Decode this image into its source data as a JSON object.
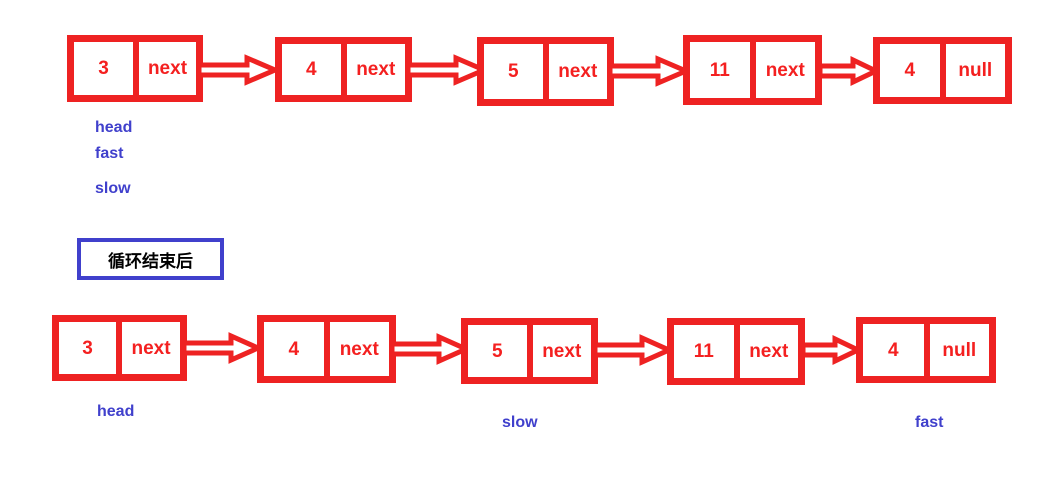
{
  "diagram": {
    "title_box": {
      "text": "循环结束后",
      "border_color": "#4040cc",
      "text_color": "#000000"
    },
    "colors": {
      "node_border": "#ee2222",
      "node_text": "#f42020",
      "arrow": "#ee2222",
      "pointer_label": "#4040cc",
      "background": "#ffffff"
    },
    "rows": [
      {
        "name": "before-loop",
        "nodes": [
          {
            "value": "3",
            "next_label": "next"
          },
          {
            "value": "4",
            "next_label": "next"
          },
          {
            "value": "5",
            "next_label": "next"
          },
          {
            "value": "11",
            "next_label": "next"
          },
          {
            "value": "4",
            "next_label": "null"
          }
        ],
        "pointers": [
          {
            "labels": [
              "head",
              "fast",
              "slow"
            ],
            "node_index": 0
          }
        ]
      },
      {
        "name": "after-loop",
        "nodes": [
          {
            "value": "3",
            "next_label": "next"
          },
          {
            "value": "4",
            "next_label": "next"
          },
          {
            "value": "5",
            "next_label": "next"
          },
          {
            "value": "11",
            "next_label": "next"
          },
          {
            "value": "4",
            "next_label": "null"
          }
        ],
        "pointers": [
          {
            "labels": [
              "head"
            ],
            "node_index": 0
          },
          {
            "labels": [
              "slow"
            ],
            "node_index": 2
          },
          {
            "labels": [
              "fast"
            ],
            "node_index": 4
          }
        ]
      }
    ]
  }
}
